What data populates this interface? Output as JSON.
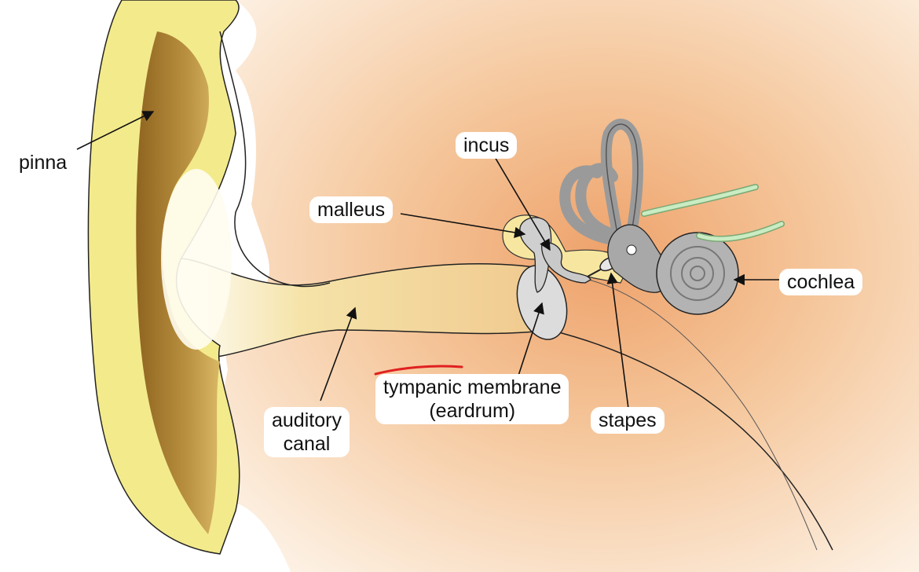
{
  "labels": {
    "pinna": "pinna",
    "incus": "incus",
    "malleus": "malleus",
    "cochlea": "cochlea",
    "auditory_canal": [
      "auditory",
      "canal"
    ],
    "tympanic_membrane": [
      "tympanic membrane",
      "(eardrum)"
    ],
    "stapes": "stapes"
  },
  "colors": {
    "skin": "#f2c49a",
    "pinna_outer": "#f3ea8c",
    "pinna_inner": "#a97c2f",
    "bone": "#b9b9b9",
    "nerve": "#bde3b8",
    "annotation_mark": "#e02020"
  }
}
